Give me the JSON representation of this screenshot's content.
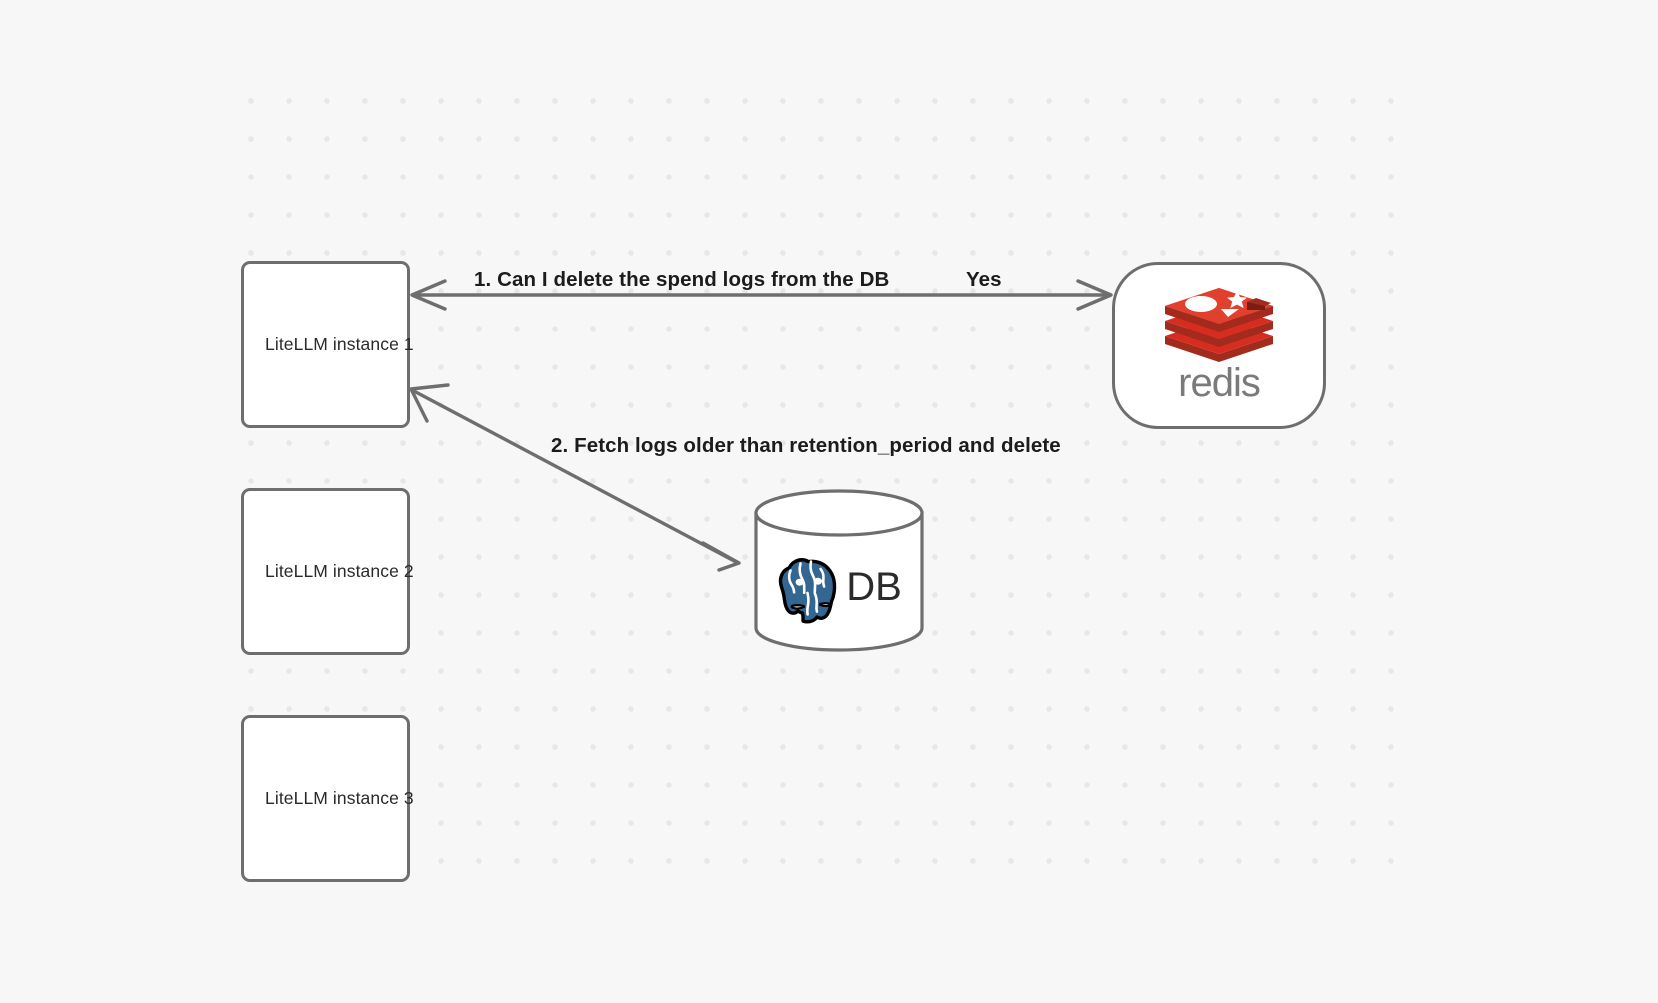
{
  "diagram": {
    "background_color": "#f7f7f7",
    "grid": {
      "dot_color": "#e6e7e8",
      "spacing": 38
    },
    "nodes": [
      {
        "id": "litellm-1",
        "label": "LiteLLM instance 1",
        "type": "box"
      },
      {
        "id": "litellm-2",
        "label": "LiteLLM instance 2",
        "type": "box"
      },
      {
        "id": "litellm-3",
        "label": "LiteLLM instance 3",
        "type": "box"
      },
      {
        "id": "redis",
        "label": "redis",
        "type": "rounded",
        "logo": "redis-logo",
        "brand_color": "#d82c20",
        "word_color": "#7a7a7a"
      },
      {
        "id": "db",
        "label": "DB",
        "type": "cylinder",
        "logo": "postgresql-elephant-icon",
        "brand_color": "#336791"
      }
    ],
    "edges": [
      {
        "id": "edge-1",
        "from": "litellm-1",
        "to": "redis",
        "label": "1.  Can I delete the spend logs from the DB",
        "reply_label": "Yes",
        "direction": "bidirectional",
        "stroke": "#6e6e6e"
      },
      {
        "id": "edge-2",
        "from": "litellm-1",
        "to": "db",
        "label": "2.  Fetch logs older than retention_period and delete",
        "direction": "bidirectional",
        "stroke": "#6e6e6e"
      }
    ]
  }
}
